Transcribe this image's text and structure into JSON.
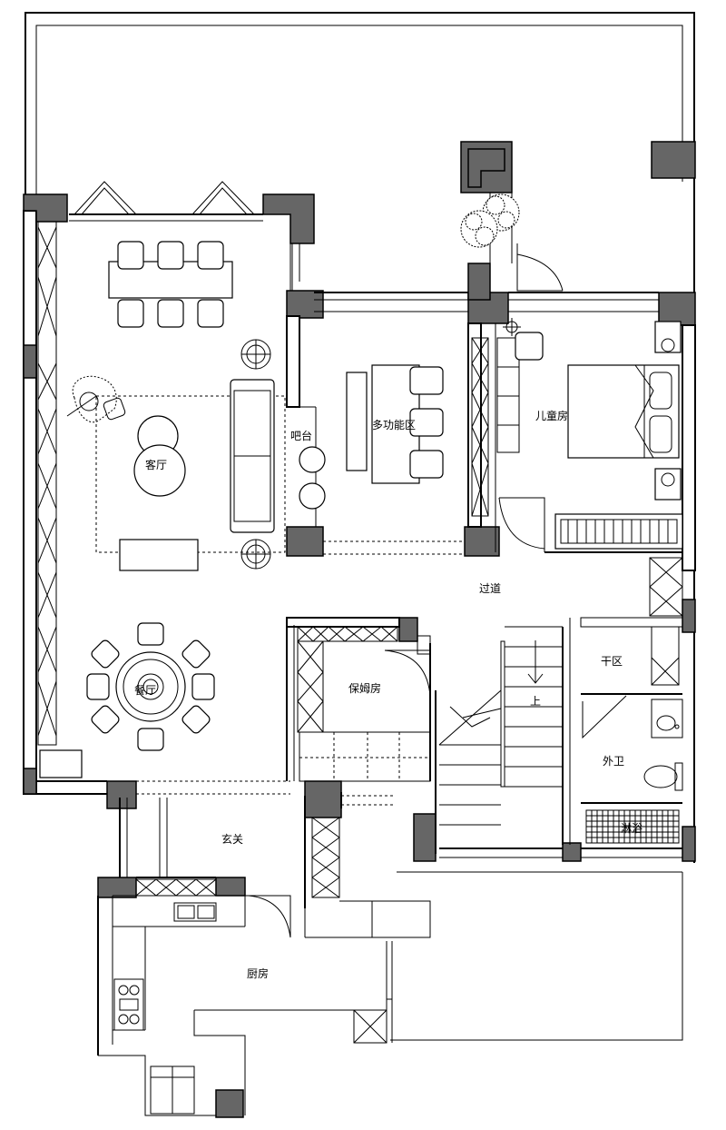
{
  "rooms": {
    "living_room": "客厅",
    "dining_room": "餐厅",
    "bar": "吧台",
    "multi_function": "多功能区",
    "kids_room": "儿童房",
    "corridor": "过道",
    "nanny_room": "保姆房",
    "stair_up": "上",
    "dry_area": "干区",
    "guest_bath": "外卫",
    "shower": "淋浴",
    "entry": "玄关",
    "kitchen": "厨房"
  },
  "colors": {
    "wall": "#000000",
    "column_fill": "#666666",
    "background": "#ffffff"
  }
}
